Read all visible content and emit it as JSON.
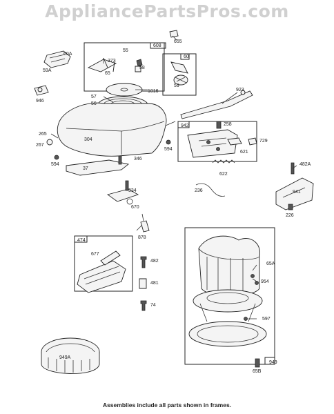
{
  "site": {
    "watermark": "AppliancePartsPros.com"
  },
  "footer": {
    "note": "Assemblies include all parts shown in frames."
  },
  "callouts": [
    {
      "id": "655"
    },
    {
      "id": "608"
    },
    {
      "id": "60A"
    },
    {
      "id": "55"
    },
    {
      "id": "373"
    },
    {
      "id": "59A"
    },
    {
      "id": "65"
    },
    {
      "id": "58"
    },
    {
      "id": "60"
    },
    {
      "id": "59"
    },
    {
      "id": "946"
    },
    {
      "id": "1016"
    },
    {
      "id": "923"
    },
    {
      "id": "57"
    },
    {
      "id": "56"
    },
    {
      "id": "942"
    },
    {
      "id": "258"
    },
    {
      "id": "729"
    },
    {
      "id": "265"
    },
    {
      "id": "267"
    },
    {
      "id": "304"
    },
    {
      "id": "594"
    },
    {
      "id": "621"
    },
    {
      "id": "594"
    },
    {
      "id": "346"
    },
    {
      "id": "37"
    },
    {
      "id": "622"
    },
    {
      "id": "482A"
    },
    {
      "id": "334"
    },
    {
      "id": "236"
    },
    {
      "id": "941"
    },
    {
      "id": "670"
    },
    {
      "id": "226"
    },
    {
      "id": "474"
    },
    {
      "id": "878"
    },
    {
      "id": "677"
    },
    {
      "id": "482"
    },
    {
      "id": "65A"
    },
    {
      "id": "481"
    },
    {
      "id": "954"
    },
    {
      "id": "74"
    },
    {
      "id": "597"
    },
    {
      "id": "949A"
    },
    {
      "id": "949"
    },
    {
      "id": "65B"
    }
  ]
}
